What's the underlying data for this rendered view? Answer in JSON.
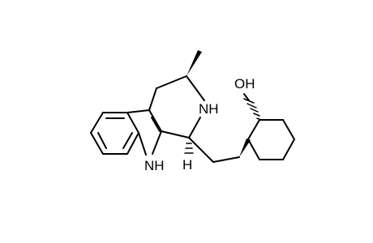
{
  "labels": {
    "hydroxyl": "OH",
    "ring_amine": "NH",
    "indole_amine": "NH",
    "stereo_hydrogen": "H"
  },
  "colors": {
    "bond": "#000000",
    "background": "#ffffff"
  }
}
